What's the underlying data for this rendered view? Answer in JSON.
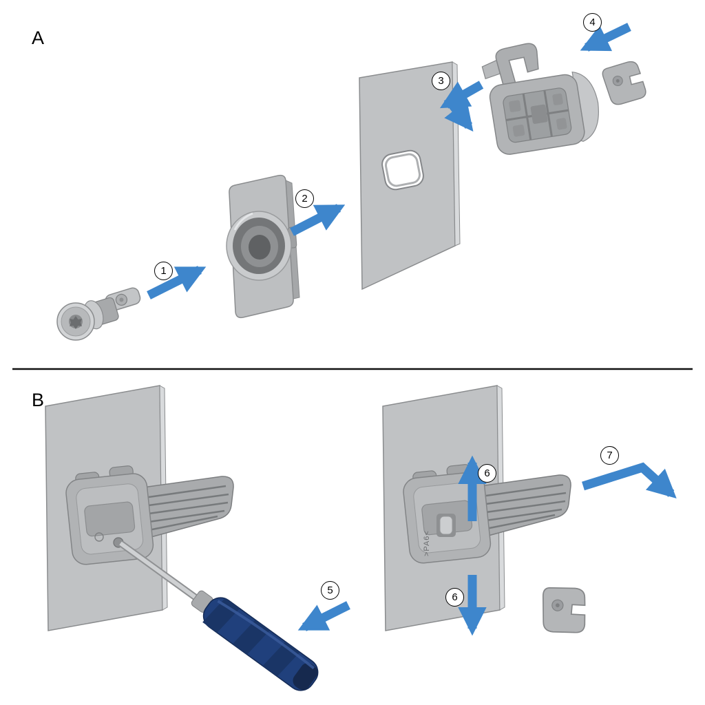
{
  "figure": {
    "type": "assembly-instruction-diagram",
    "sections": {
      "a": {
        "label": "A"
      },
      "b": {
        "label": "B"
      }
    },
    "steps": [
      {
        "number": "1"
      },
      {
        "number": "2"
      },
      {
        "number": "3"
      },
      {
        "number": "4"
      },
      {
        "number": "5"
      },
      {
        "number": "6"
      },
      {
        "number": "7"
      }
    ],
    "markings": {
      "material": ">PA6<"
    },
    "colors": {
      "arrow": "#3E86CC",
      "part_gray": "#B3B5B7",
      "panel_gray": "#C0C2C4",
      "screwdriver_handle": "#20407C",
      "divider": "#111111",
      "background": "#FFFFFF"
    }
  }
}
